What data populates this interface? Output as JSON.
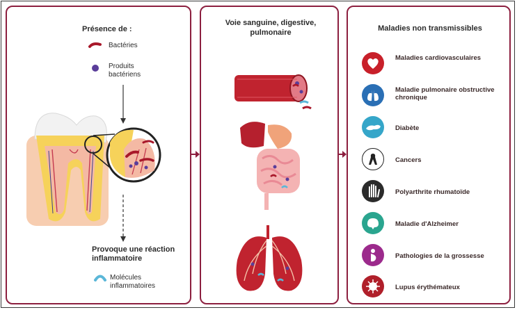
{
  "panel1": {
    "title": "Présence de :",
    "legend": [
      {
        "label": "Bactéries",
        "icon": "bacteria-icon"
      },
      {
        "label": "Produits bactériens",
        "icon": "bacterial-product-dot-icon"
      }
    ],
    "reaction_title": "Provoque une réaction inflammatoire",
    "molecules_label": "Molécules inflammatoires"
  },
  "panel2": {
    "title": "Voie sanguine, digestive, pulmonaire"
  },
  "panel3": {
    "title": "Maladies non transmissibles",
    "diseases": [
      {
        "label": "Maladies cardiovasculaires",
        "icon": "heart-icon",
        "color": "#c8202a"
      },
      {
        "label": "Maladie pulmonaire obstructive chronique",
        "icon": "lungs-icon",
        "color": "#2a6fb5"
      },
      {
        "label": "Diabète",
        "icon": "pancreas-icon",
        "color": "#35a6c9"
      },
      {
        "label": "Cancers",
        "icon": "ribbon-icon",
        "color": "#ffffff"
      },
      {
        "label": "Polyarthrite rhumatoïde",
        "icon": "hand-joints-icon",
        "color": "#2b2b2b"
      },
      {
        "label": "Maladie d'Alzheimer",
        "icon": "brain-icon",
        "color": "#2aa58f"
      },
      {
        "label": "Pathologies de la grossesse",
        "icon": "pregnancy-icon",
        "color": "#9c2a8c"
      },
      {
        "label": "Lupus érythémateux",
        "icon": "lupus-icon",
        "color": "#b01f2a"
      }
    ]
  },
  "colors": {
    "frame": "#8c1f3f",
    "bacteria": "#a8182a",
    "product": "#5a3d9a",
    "molecule": "#5bb7d8"
  }
}
